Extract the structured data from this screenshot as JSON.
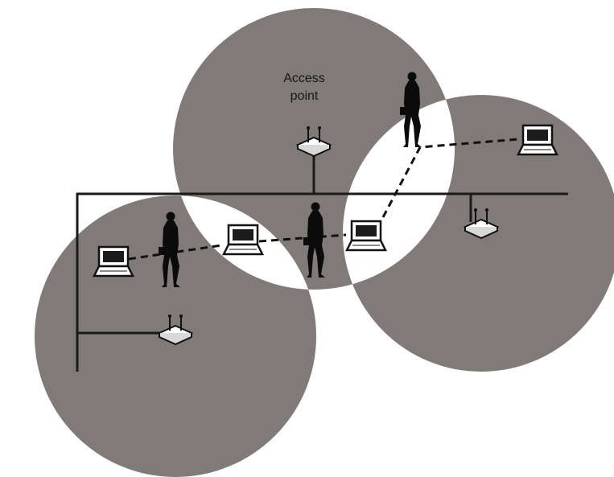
{
  "access_point_label": [
    "Access",
    "point"
  ],
  "colors": {
    "coverage_cell": "#807b79",
    "overlap": "#ffffff",
    "background": "#ffffff",
    "line": "#1a1a1a"
  },
  "coverage_cells": [
    "left-cell",
    "top-cell",
    "right-cell"
  ],
  "access_points": [
    "access-point-top",
    "access-point-right",
    "access-point-left"
  ],
  "laptops": [
    "laptop-far-left",
    "laptop-mid-left",
    "laptop-center",
    "laptop-far-right"
  ],
  "people": [
    "person-left",
    "person-center",
    "person-top"
  ],
  "icons": {
    "access_point": "wireless-access-point-icon",
    "laptop": "laptop-icon",
    "person": "person-silhouette-icon"
  }
}
